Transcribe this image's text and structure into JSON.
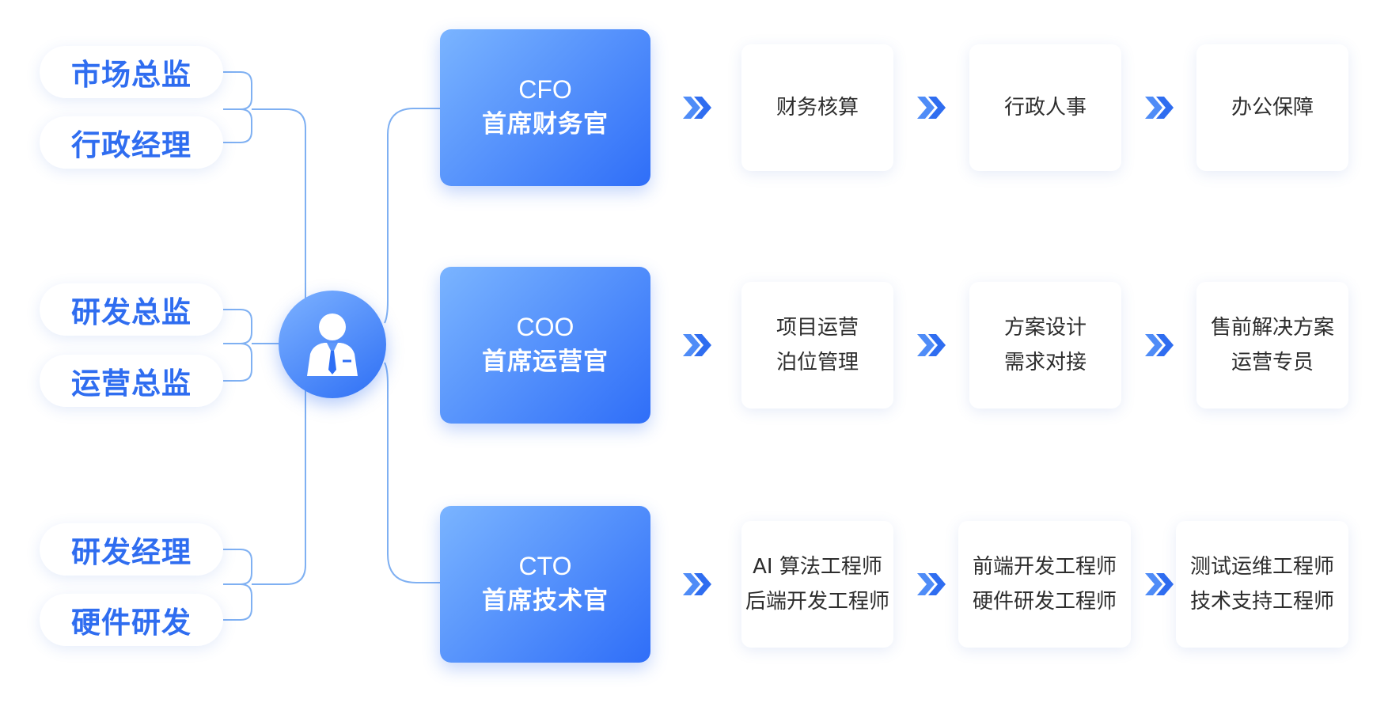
{
  "left_roles": [
    "市场总监",
    "行政经理",
    "研发总监",
    "运营总监",
    "研发经理",
    "硬件研发"
  ],
  "center_icon": "executive-person-icon",
  "accent_color": "#2f6df0",
  "executives": [
    {
      "code": "CFO",
      "title": "首席财务官",
      "stages": [
        {
          "lines": [
            "财务核算"
          ]
        },
        {
          "lines": [
            "行政人事"
          ]
        },
        {
          "lines": [
            "办公保障"
          ]
        }
      ]
    },
    {
      "code": "COO",
      "title": "首席运营官",
      "stages": [
        {
          "lines": [
            "项目运营",
            "泊位管理"
          ]
        },
        {
          "lines": [
            "方案设计",
            "需求对接"
          ]
        },
        {
          "lines": [
            "售前解决方案",
            "运营专员"
          ]
        }
      ]
    },
    {
      "code": "CTO",
      "title": "首席技术官",
      "stages": [
        {
          "lines": [
            "AI 算法工程师",
            "后端开发工程师"
          ]
        },
        {
          "lines": [
            "前端开发工程师",
            "硬件研发工程师"
          ]
        },
        {
          "lines": [
            "测试运维工程师",
            "技术支持工程师"
          ]
        }
      ]
    }
  ]
}
